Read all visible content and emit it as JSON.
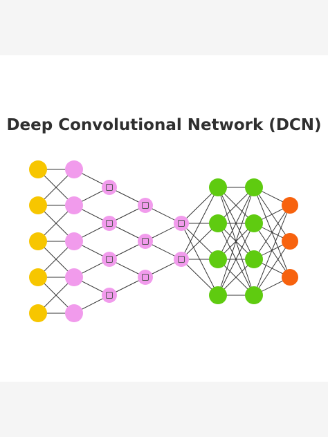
{
  "title": "Deep Convolutional Network (DCN)",
  "colors": {
    "background_band": "#f5f5f5",
    "panel": "#ffffff",
    "edge": "#333333",
    "input": "#f7c600",
    "hidden_pink": "#f19bec",
    "kernel_pink": "#f19bec",
    "dense_green": "#5fcb10",
    "output_orange": "#f7620e"
  },
  "network": {
    "layers": [
      {
        "name": "input",
        "count": 5,
        "color_key": "input",
        "kernel": false
      },
      {
        "name": "hidden-1",
        "count": 5,
        "color_key": "hidden_pink",
        "kernel": false
      },
      {
        "name": "conv-1",
        "count": 4,
        "color_key": "kernel_pink",
        "kernel": true
      },
      {
        "name": "conv-2",
        "count": 3,
        "color_key": "kernel_pink",
        "kernel": true
      },
      {
        "name": "conv-3",
        "count": 2,
        "color_key": "kernel_pink",
        "kernel": true
      },
      {
        "name": "dense-1",
        "count": 4,
        "color_key": "dense_green",
        "kernel": false
      },
      {
        "name": "dense-2",
        "count": 4,
        "color_key": "dense_green",
        "kernel": false
      },
      {
        "name": "output",
        "count": 3,
        "color_key": "output_orange",
        "kernel": false
      }
    ]
  }
}
